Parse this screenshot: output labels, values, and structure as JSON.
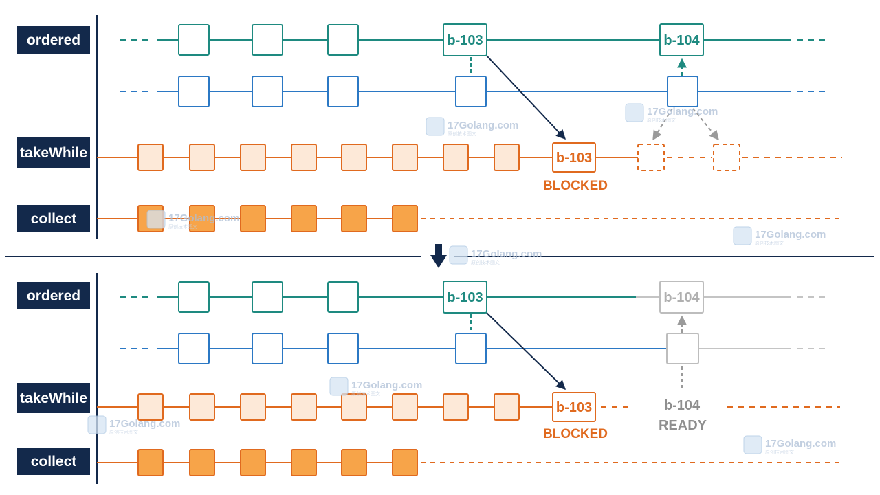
{
  "colors": {
    "navy": "#13294b",
    "teal": "#1e8a80",
    "blue": "#2b78c4",
    "orange": "#e06a1f",
    "orange_light": "#fde9d8",
    "orange_fill": "#f7a449",
    "gray": "#b5b5b5"
  },
  "panels": [
    {
      "id": "before",
      "labels": {
        "ordered": "ordered",
        "takeWhile": "takeWhile",
        "collect": "collect"
      },
      "ordered_tags": {
        "blocked_item": "b-103",
        "next_item": "b-104"
      },
      "takewhile_tag": "b-103",
      "blocked_label": "BLOCKED",
      "next_item_state": "highlighted"
    },
    {
      "id": "after",
      "labels": {
        "ordered": "ordered",
        "takeWhile": "takeWhile",
        "collect": "collect"
      },
      "ordered_tags": {
        "blocked_item": "b-103",
        "next_item": "b-104"
      },
      "takewhile_tag": "b-103",
      "blocked_label": "BLOCKED",
      "next_item_state": "faded",
      "ready_tag": "b-104",
      "ready_label": "READY"
    }
  ],
  "watermark": {
    "text": "17Golang.com",
    "subtext": "原创技术图文",
    "icon": "watermark-logo-icon"
  },
  "separator_icon": "down-arrow-icon"
}
